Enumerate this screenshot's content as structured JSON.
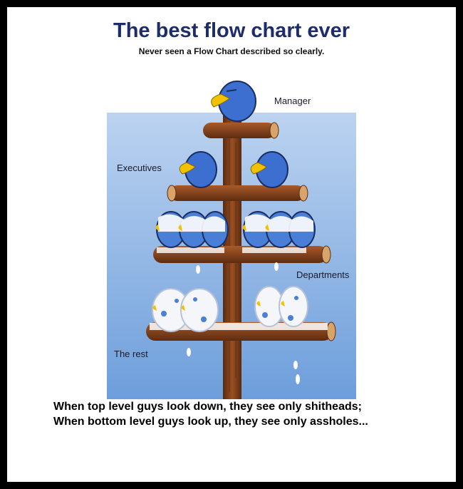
{
  "header": {
    "title": "The best flow chart ever",
    "subtitle": "Never seen a Flow Chart described so clearly."
  },
  "labels": {
    "manager": "Manager",
    "executives": "Executives",
    "departments": "Departments",
    "rest": "The rest"
  },
  "caption": {
    "line1": "When top level guys look down, they see only shitheads;",
    "line2": "When bottom level guys look up, they see only assholes..."
  },
  "colors": {
    "title": "#1d2d6b",
    "sky_top": "#a9c6ea",
    "sky_bottom": "#6f9fd8",
    "wood": "#7a3b17",
    "bird": "#3c6fd0",
    "beak": "#f2c200"
  }
}
